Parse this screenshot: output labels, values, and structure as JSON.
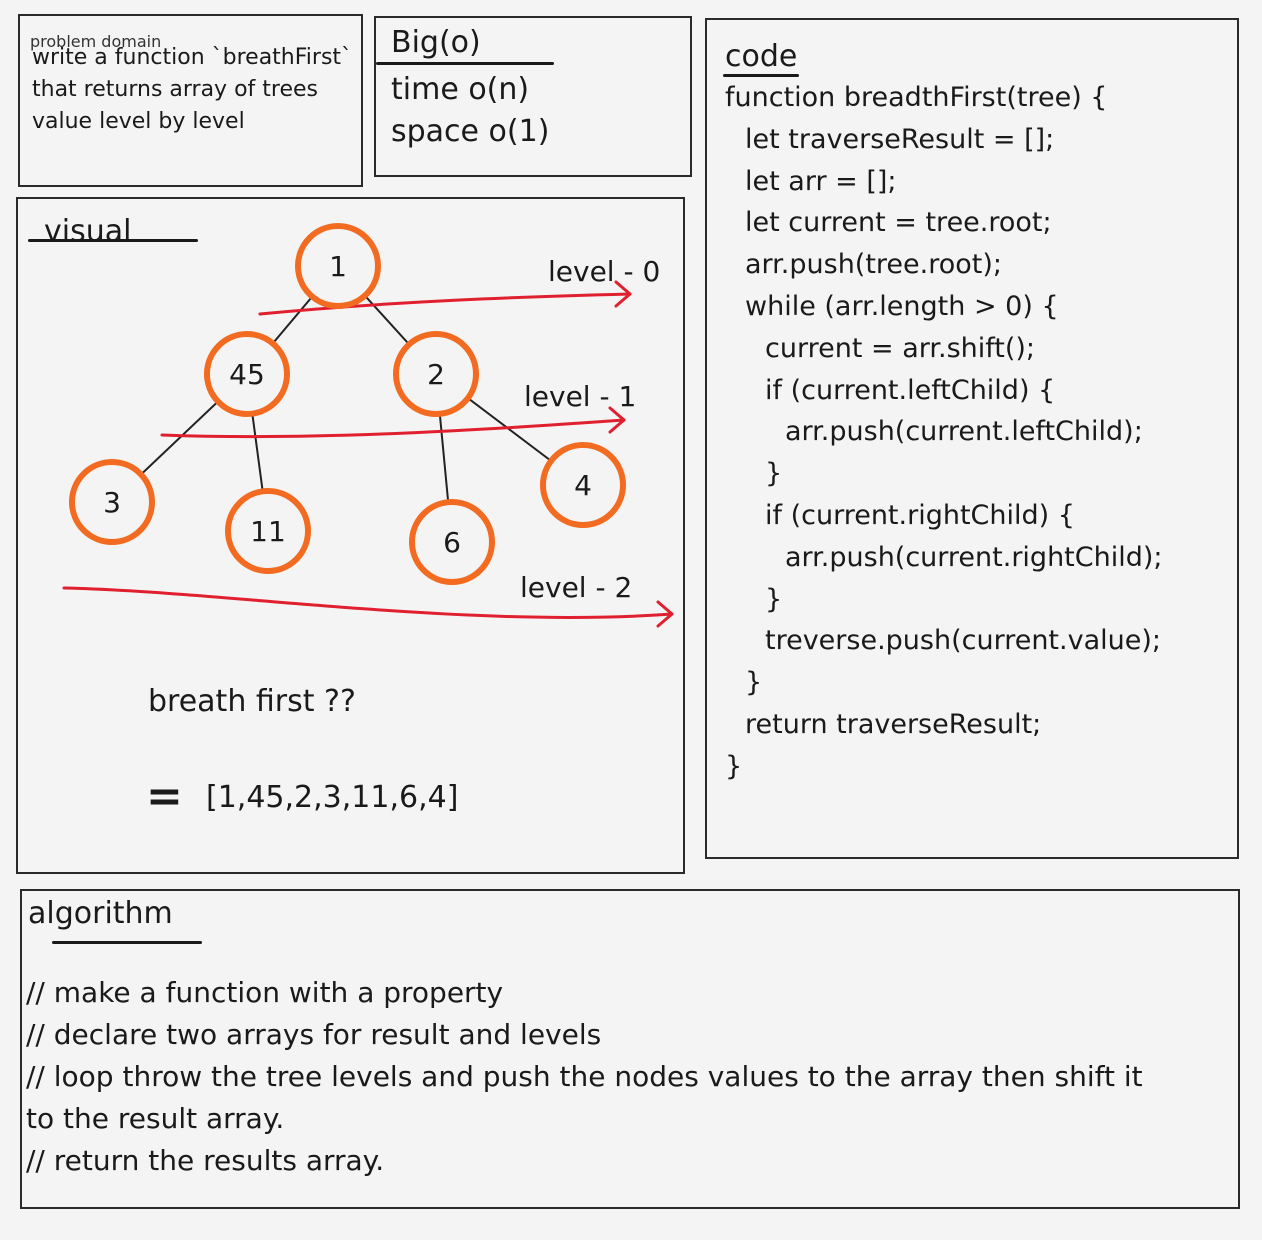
{
  "problem_domain": {
    "label": "problem domain",
    "description": "write a function `breathFirst`\nthat returns array of trees\nvalue level by level"
  },
  "big_o": {
    "title": "Big(o)",
    "time": "time o(n)",
    "space": "space o(1)"
  },
  "visual": {
    "title": "visual",
    "nodes": [
      "1",
      "45",
      "2",
      "3",
      "11",
      "6",
      "4"
    ],
    "levels": [
      "level - 0",
      "level - 1",
      "level - 2"
    ],
    "question": "breath first ??",
    "equals_sign": "=",
    "result": "[1,45,2,3,11,6,4]",
    "node_color": "#f26b21",
    "arrow_color": "#e0202f"
  },
  "code": {
    "title": "code",
    "lines": [
      "function breadthFirst(tree) {",
      "  let traverseResult = [];",
      "  let arr = [];",
      "  let current = tree.root;",
      "  arr.push(tree.root);",
      "  while (arr.length > 0) {",
      "    current = arr.shift();",
      "    if (current.leftChild) {",
      "      arr.push(current.leftChild);",
      "    }",
      "    if (current.rightChild) {",
      "      arr.push(current.rightChild);",
      "    }",
      "    treverse.push(current.value);",
      "  }",
      "  return traverseResult;",
      "}"
    ]
  },
  "algorithm": {
    "title": "algorithm",
    "lines": [
      "// make a function with a property",
      "// declare two arrays for result and levels",
      "// loop throw the tree levels and push the nodes values to the array then shift it",
      "to the result array.",
      "// return the results array."
    ]
  }
}
